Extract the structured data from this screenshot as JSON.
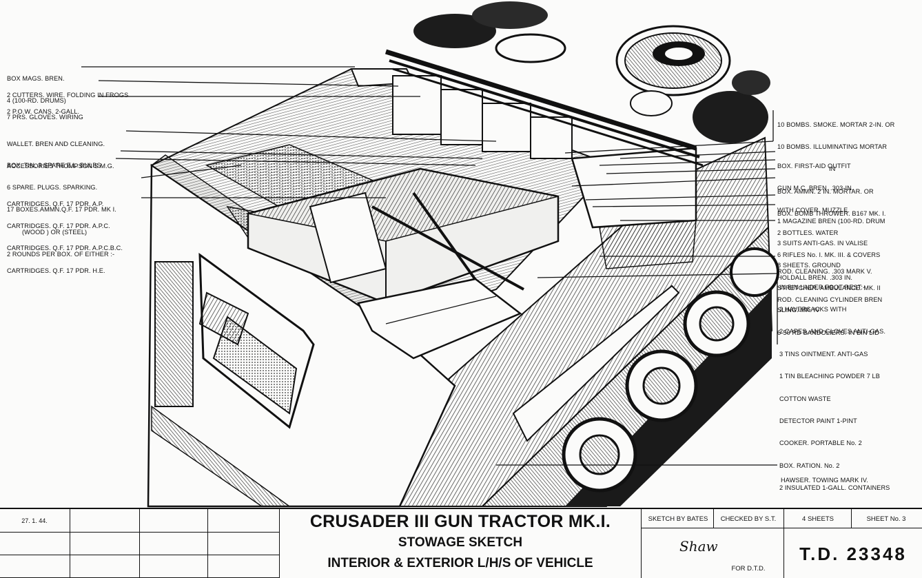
{
  "labels_left": [
    {
      "id": "box-mags",
      "lines": [
        "BOX MAGS. BREN.",
        "4 (100-RD. DRUMS)"
      ]
    },
    {
      "id": "cutters",
      "lines": [
        "2 CUTTERS. WIRE. FOLDING IN FROGS",
        "7 PRS. GLOVES. WIRING"
      ]
    },
    {
      "id": "pow-cans",
      "lines": [
        "2 P.O.W. CANS. 2-GALL."
      ]
    },
    {
      "id": "wallet",
      "lines": [
        "WALLET. BREN AND CLEANING.",
        "ACCESSORIES THOMPSON S.M.G."
      ]
    },
    {
      "id": "box-tin",
      "lines": [
        "BOX. TIN. 3 SPARE E.L. BULBS",
        "6 SPARE. PLUGS. SPARKING.",
        "17 BOXES.AMMN.Q.F. 17 PDR. MK I.",
        "(WOOD ) OR (STEEL)",
        "2 ROUNDS PER BOX. OF EITHER :-"
      ]
    },
    {
      "id": "cartridges",
      "lines": [
        "CARTRIDGES. Q.F. 17 PDR. A.P.",
        "CARTRIDGES. Q.F. 17 PDR. A.P.C.",
        "CARTRIDGES. Q.F. 17 PDR. A.P.C.B.C.",
        "CARTRIDGES. Q.F. 17 PDR. H.E."
      ]
    }
  ],
  "labels_right": [
    {
      "id": "bombs",
      "lines": [
        "10 BOMBS. SMOKE. MORTAR 2-IN. OR",
        "10 BOMBS. ILLUMINATING MORTAR",
        "IN",
        "BOX. AMMN. 2 IN. MORTAR. OR",
        "BOX. BOMB THROWER. B167 MK. I."
      ]
    },
    {
      "id": "first-aid",
      "lines": [
        "BOX. FIRST-AID OUTFIT",
        "GUN M.C. BREN. .303-IN.",
        "WITH COVER. MUZZLE.",
        "2 BOTTLES. WATER",
        "6 RIFLES No. I. MK. III. & COVERS",
        "HOLDALL BREN. .303 IN.",
        "ROD. CLEANING CYLINDER BREN"
      ]
    },
    {
      "id": "magazine",
      "lines": [
        "1 MAGAZINE BREN (100-RD. DRUM",
        "3 SUITS ANTI-GAS. IN VALISE",
        "8 SHEETS. GROUND",
        "STRETCHER. AMBULANCE. MK. II",
        "SLING. MK. IV",
        "6-50 RD BANDOLIERS. IN BIN LID"
      ]
    },
    {
      "id": "rod-cleaning",
      "lines": [
        "ROD. CLEANING. .303 MARK V."
      ]
    },
    {
      "id": "foot-rest",
      "lines": [
        "IN BIN UNDER FOOT REST:-",
        "2 HAVERSACKS WITH",
        "2 CAPES. AND GLOVES ANTI-GAS.",
        "3 TINS OINTMENT. ANTI-GAS",
        "1 TIN BLEACHING POWDER 7 LB",
        "COTTON WASTE",
        "DETECTOR PAINT 1-PINT",
        "COOKER. PORTABLE No. 2",
        "BOX. RATION. No. 2",
        "2 INSULATED 1-GALL. CONTAINERS"
      ]
    },
    {
      "id": "hawser",
      "lines": [
        "HAWSER. TOWING MARK IV."
      ]
    }
  ],
  "title_block": {
    "date": "27. 1. 44.",
    "title": "CRUSADER III GUN TRACTOR MK.I.",
    "subtitle1": "STOWAGE SKETCH",
    "subtitle2": "INTERIOR & EXTERIOR L/H/S OF VEHICLE",
    "sketch_by": "SKETCH BY BATES",
    "checked_by": "CHECKED BY S.T.",
    "sheets": "4 SHEETS",
    "sheet_no": "SHEET No. 3",
    "signature": "Shaw",
    "for_dtd": "FOR D.T.D.",
    "drawing_no": "T.D. 23348"
  }
}
